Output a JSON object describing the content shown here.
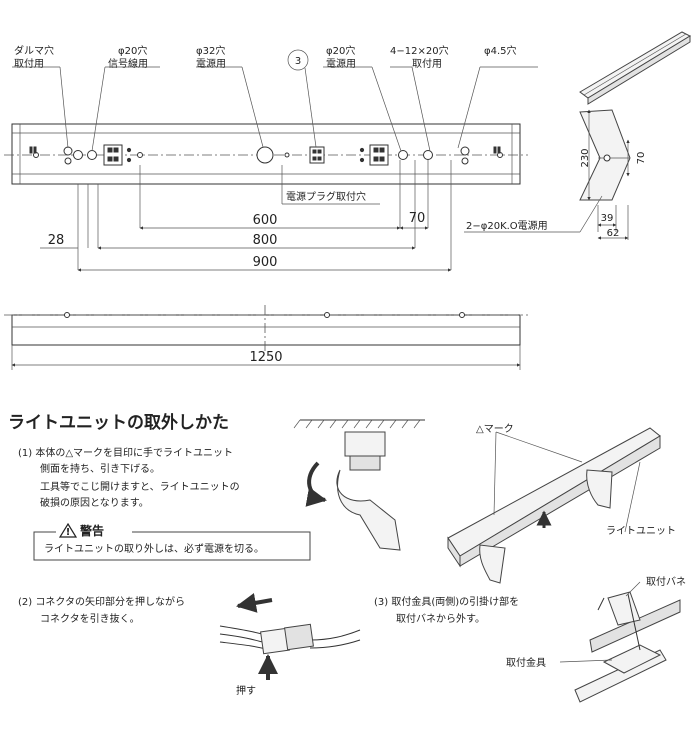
{
  "top_labels": {
    "daruma_a": "ダルマ穴",
    "daruma_b": "取付用",
    "phi20_sig_a": "φ20穴",
    "phi20_sig_b": "信号線用",
    "phi32_a": "φ32穴",
    "phi32_b": "電源用",
    "circle_no": "3",
    "phi20_pow_a": "φ20穴",
    "phi20_pow_b": "電源用",
    "slot_a": "4−12×20穴",
    "slot_b": "取付用",
    "phi45": "φ4.5穴",
    "plug_hole": "電源プラグ取付穴",
    "ko_hole": "2−φ20K.O電源用"
  },
  "dimensions": {
    "d600": "600",
    "d70": "70",
    "d28": "28",
    "d800": "800",
    "d900": "900",
    "d1250": "1250",
    "side_230": "230",
    "side_70": "70",
    "side_39": "39",
    "side_62": "62"
  },
  "instructions": {
    "title": "ライトユニットの取外しかた",
    "step1_line1": "(1) 本体の△マークを目印に手でライトユニット",
    "step1_line2": "側面を持ち、引き下げる。",
    "step1_line3": "工具等でこじ開けますと、ライトユニットの",
    "step1_line4": "破損の原因となります。",
    "warning_title": "警告",
    "warning_text": "ライトユニットの取り外しは、必ず電源を切る。",
    "step2_line1": "(2) コネクタの矢印部分を押しながら",
    "step2_line2": "コネクタを引き抜く。",
    "step2_push": "押す",
    "step3_line1": "(3) 取付金具(両側)の引掛け部を",
    "step3_line2": "取付バネから外す。",
    "step3_spring": "取付バネ",
    "step3_bracket": "取付金具",
    "mark_label": "△マーク",
    "unit_label": "ライトユニット"
  }
}
